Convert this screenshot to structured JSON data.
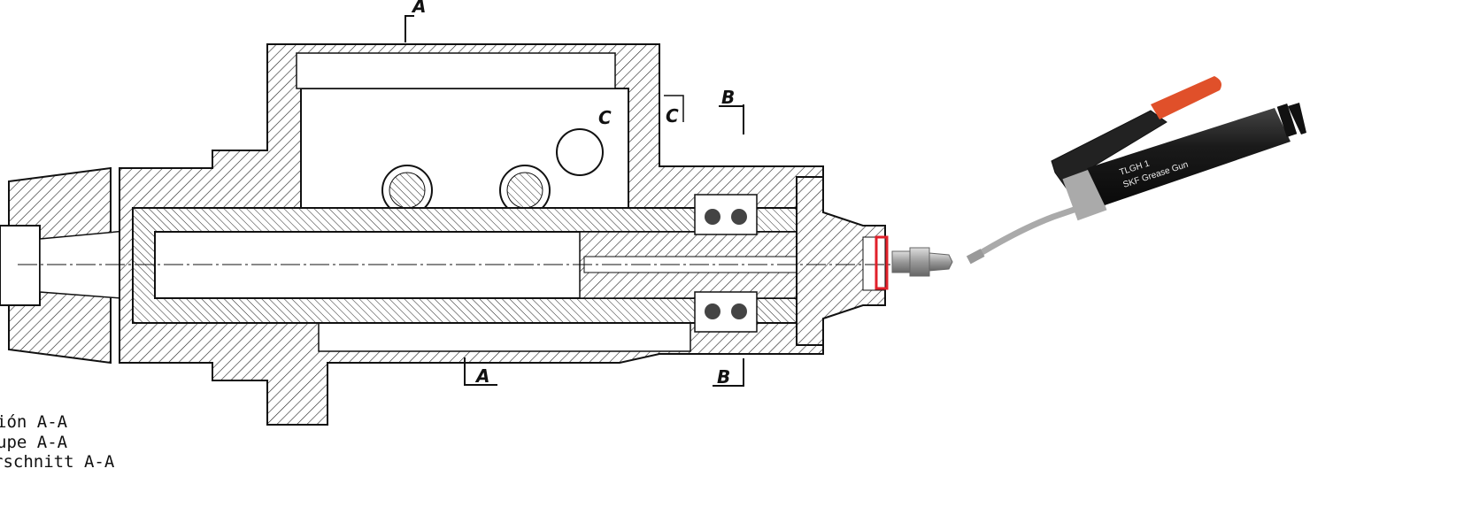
{
  "drawing": {
    "section_labels": [
      "A",
      "A",
      "B",
      "B",
      "C",
      "C"
    ],
    "section_titles": [
      "ión A-A",
      "upe A-A",
      "rschnitt A-A"
    ]
  },
  "grease_gun": {
    "model": "TLGH 1",
    "brand_text": "SKF Grease Gun"
  },
  "colors": {
    "highlight": "#e0202a",
    "handle": "#e0502a",
    "gun_body": "#1a1a1a"
  }
}
